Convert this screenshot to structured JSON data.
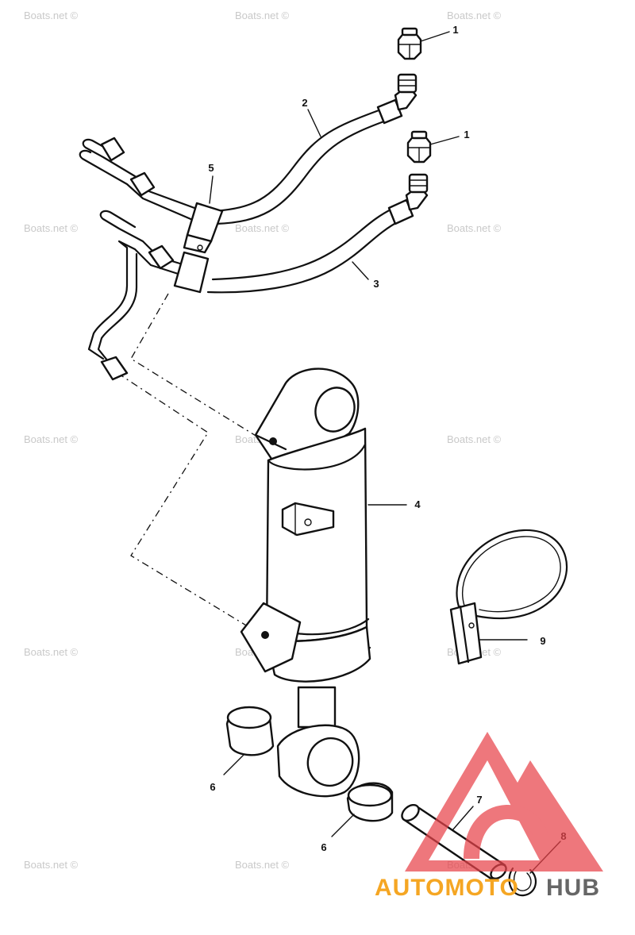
{
  "watermark_text": "Boats.net ©",
  "brand": {
    "part1": "AUTOMOTO",
    "part2": "HUB",
    "color_primary": "#f5a623",
    "color_secondary": "#666666",
    "logo_color": "#e8434a"
  },
  "callouts": {
    "c1a": "1",
    "c1b": "1",
    "c2": "2",
    "c3": "3",
    "c4": "4",
    "c5": "5",
    "c6a": "6",
    "c6b": "6",
    "c7": "7",
    "c8": "8",
    "c9": "9"
  }
}
